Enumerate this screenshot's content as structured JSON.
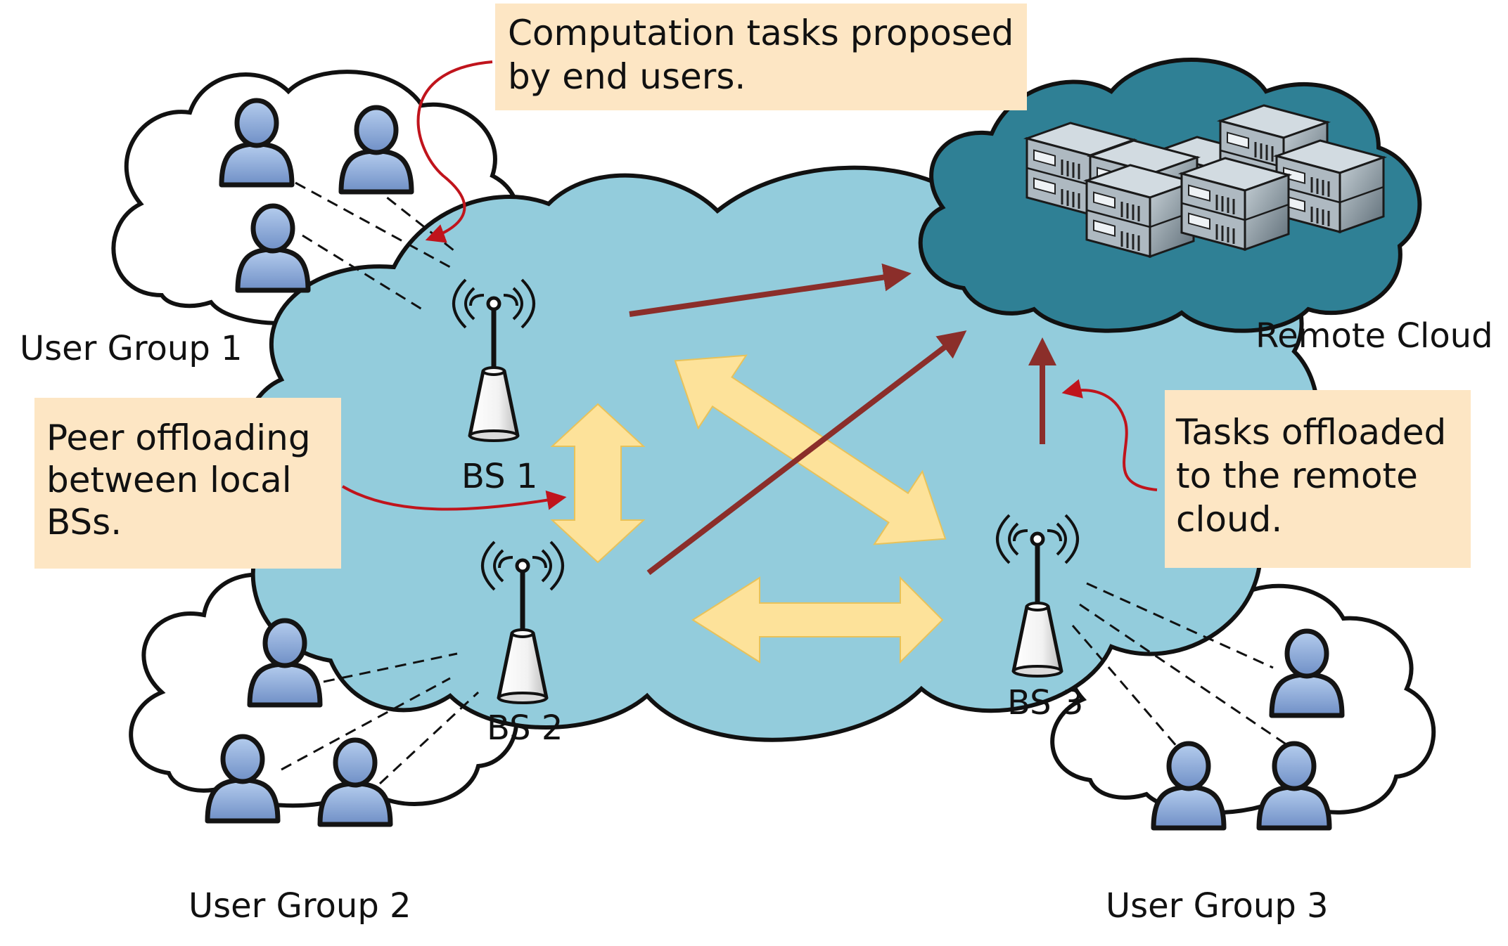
{
  "labels": {
    "user_group_1": "User Group 1",
    "user_group_2": "User Group 2",
    "user_group_3": "User Group 3",
    "remote_cloud": "Remote Cloud",
    "bs1": "BS 1",
    "bs2": "BS 2",
    "bs3": "BS 3"
  },
  "callouts": {
    "computation": {
      "line1": "Computation tasks proposed",
      "line2": "by end users."
    },
    "peer": {
      "line1": "Peer offloading",
      "line2": "between local",
      "line3": "BSs."
    },
    "cloud": {
      "line1": "Tasks offloaded",
      "line2": "to the remote",
      "line3": "cloud."
    }
  },
  "colors": {
    "local_cloud": "#93ccdc",
    "remote_cloud": "#2f8095",
    "callout_bg": "#fde6c4",
    "peer_arrow": "#fde29a",
    "offload_arrow": "#8b2e2a",
    "pointer_arrow": "#c0141c",
    "user_icon": "#7f9fd0"
  }
}
